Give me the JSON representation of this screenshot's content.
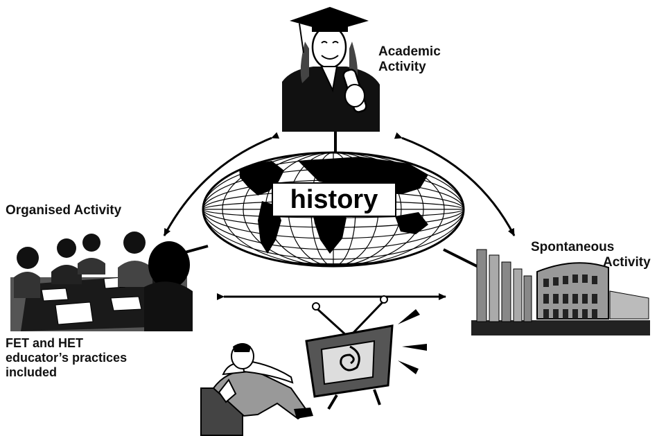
{
  "center_label": "history",
  "nodes": {
    "academic": {
      "line1": "Academic",
      "line2": "Activity"
    },
    "organised": {
      "title": "Organised Activity",
      "line1": "FET and HET",
      "line2": "educator’s practices",
      "line3": "included"
    },
    "spontaneous": {
      "line1": "Spontaneous",
      "line2": "Activity"
    }
  },
  "colors": {
    "ink": "#000000",
    "dark_gray": "#2a2a2a",
    "mid_gray": "#8a8a8a",
    "light_gray": "#cfcfcf",
    "background": "#ffffff"
  }
}
